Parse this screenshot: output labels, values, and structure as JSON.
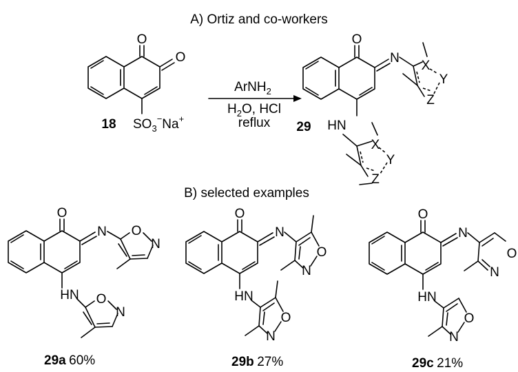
{
  "section_a": {
    "title": "A) Ortiz and co-workers"
  },
  "section_b": {
    "title": "B) selected examples"
  },
  "reactant": {
    "label": "18",
    "atoms": {
      "O1": "O",
      "O2": "O",
      "so3": "SO",
      "so3_sub": "3",
      "so3_charge": "−",
      "na": "Na",
      "na_charge": "+"
    }
  },
  "reaction": {
    "reagent": "ArNH",
    "reagent_sub": "2",
    "cond_line1_a": "H",
    "cond_line1_sub": "2",
    "cond_line1_b": "O, HCl",
    "cond_line2": "reflux"
  },
  "product": {
    "label": "29",
    "atoms": {
      "O": "O",
      "N": "N",
      "X1": "X",
      "Y1": "Y",
      "Z1": "Z",
      "HN": "HN",
      "X2": "X",
      "Y2": "Y",
      "Z2": "Z"
    }
  },
  "examples": [
    {
      "label": "29a",
      "yield": "60%"
    },
    {
      "label": "29b",
      "yield": "27%"
    },
    {
      "label": "29c",
      "yield": "21%"
    }
  ],
  "atoms_common": {
    "O": "O",
    "N": "N",
    "HN": "HN"
  }
}
